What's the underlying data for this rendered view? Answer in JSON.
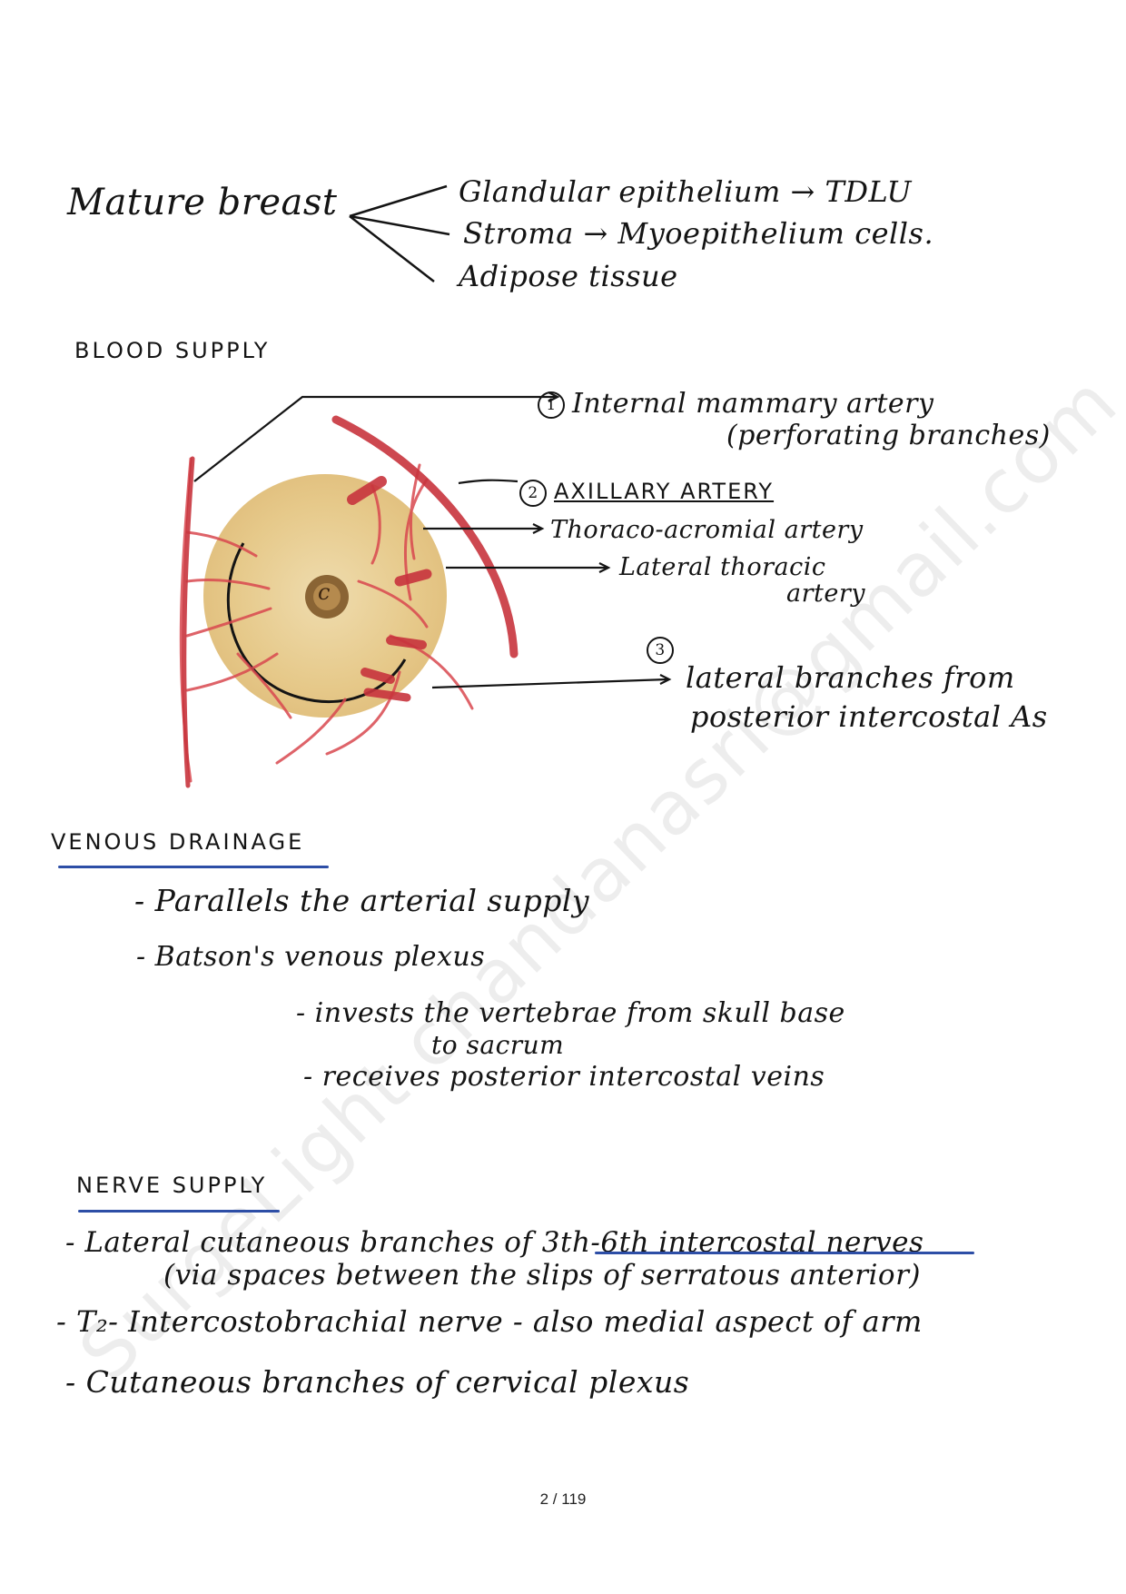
{
  "intro": {
    "subject": "Mature breast",
    "branches": [
      "Glandular epithelium → TDLU",
      "Stroma → Myoepithelium cells.",
      "Adipose tissue"
    ]
  },
  "blood_supply": {
    "heading": "BLOOD SUPPLY",
    "internal_mammary": {
      "number": "1",
      "line1": "Internal mammary artery",
      "line2": "(perforating branches)"
    },
    "axillary": {
      "number": "2",
      "title": "AXILLARY ARTERY",
      "thoraco": "Thoraco-acromial artery",
      "lateral_line1": "Lateral thoracic",
      "lateral_line2": "artery"
    },
    "intercostal": {
      "number": "3",
      "line1": "lateral branches from",
      "line2": "posterior intercostal As"
    },
    "nipple_mark": "c"
  },
  "venous": {
    "heading": "VENOUS DRAINAGE",
    "items": [
      "- Parallels the arterial supply",
      "- Batson's venous plexus"
    ],
    "sub_items": [
      "- invests the vertebrae from skull base",
      "to sacrum",
      "- receives posterior intercostal veins"
    ]
  },
  "nerve": {
    "heading": "NERVE SUPPLY",
    "item1_line1": "- Lateral cutaneous branches of 3th-6th intercostal nerves",
    "item1_line2": "(via spaces between the slips of serratous anterior)",
    "item2": "- T₂- Intercostobrachial nerve - also medial aspect of arm",
    "item3": "- Cutaneous branches of cervical plexus"
  },
  "watermark": "SurgeLight  chandanasri@gmail.com",
  "page_number": "2 / 119",
  "colors": {
    "ink": "#141414",
    "artery": "#d9484f",
    "underline": "#2d4ea6",
    "breast": "#e6c98a"
  }
}
